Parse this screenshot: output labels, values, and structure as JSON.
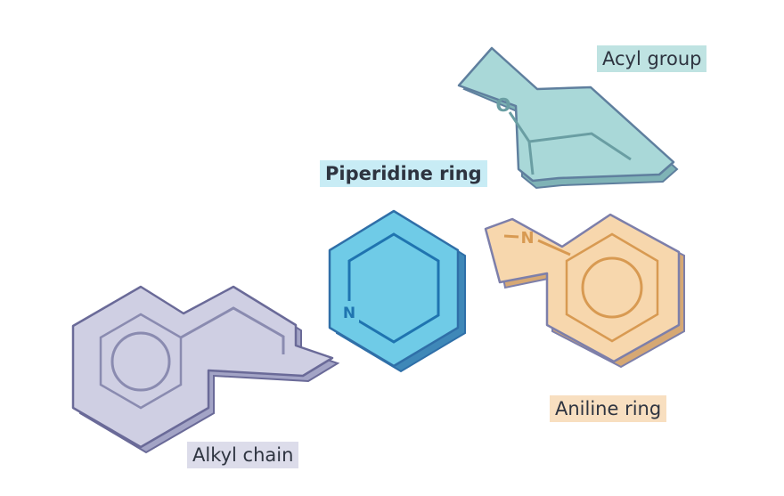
{
  "fragments": {
    "acyl": {
      "label": "Acyl group",
      "atom": "O",
      "color": "#a9d8d8",
      "shade": "#7fb3b6",
      "edge": "#5f7f9e",
      "ink": "#6a9ea3",
      "tag_bg": "#bfe3e2"
    },
    "piperidine": {
      "label": "Piperidine ring",
      "atom": "N",
      "color": "#6fcbe7",
      "shade": "#3f88b8",
      "edge": "#2f6fa8",
      "ink": "#1f74b0",
      "tag_bg": "#c8ecf5"
    },
    "aniline": {
      "label": "Aniline ring",
      "atom": "N",
      "color": "#f7d7ad",
      "shade": "#d6a874",
      "edge": "#7d7faa",
      "ink": "#d89a52",
      "tag_bg": "#f8dfc0"
    },
    "alkyl": {
      "label": "Alkyl chain",
      "color": "#cfcfe3",
      "shade": "#a3a4c6",
      "edge": "#6a6a98",
      "ink": "#8a8bb0",
      "tag_bg": "#dcdcea"
    }
  }
}
